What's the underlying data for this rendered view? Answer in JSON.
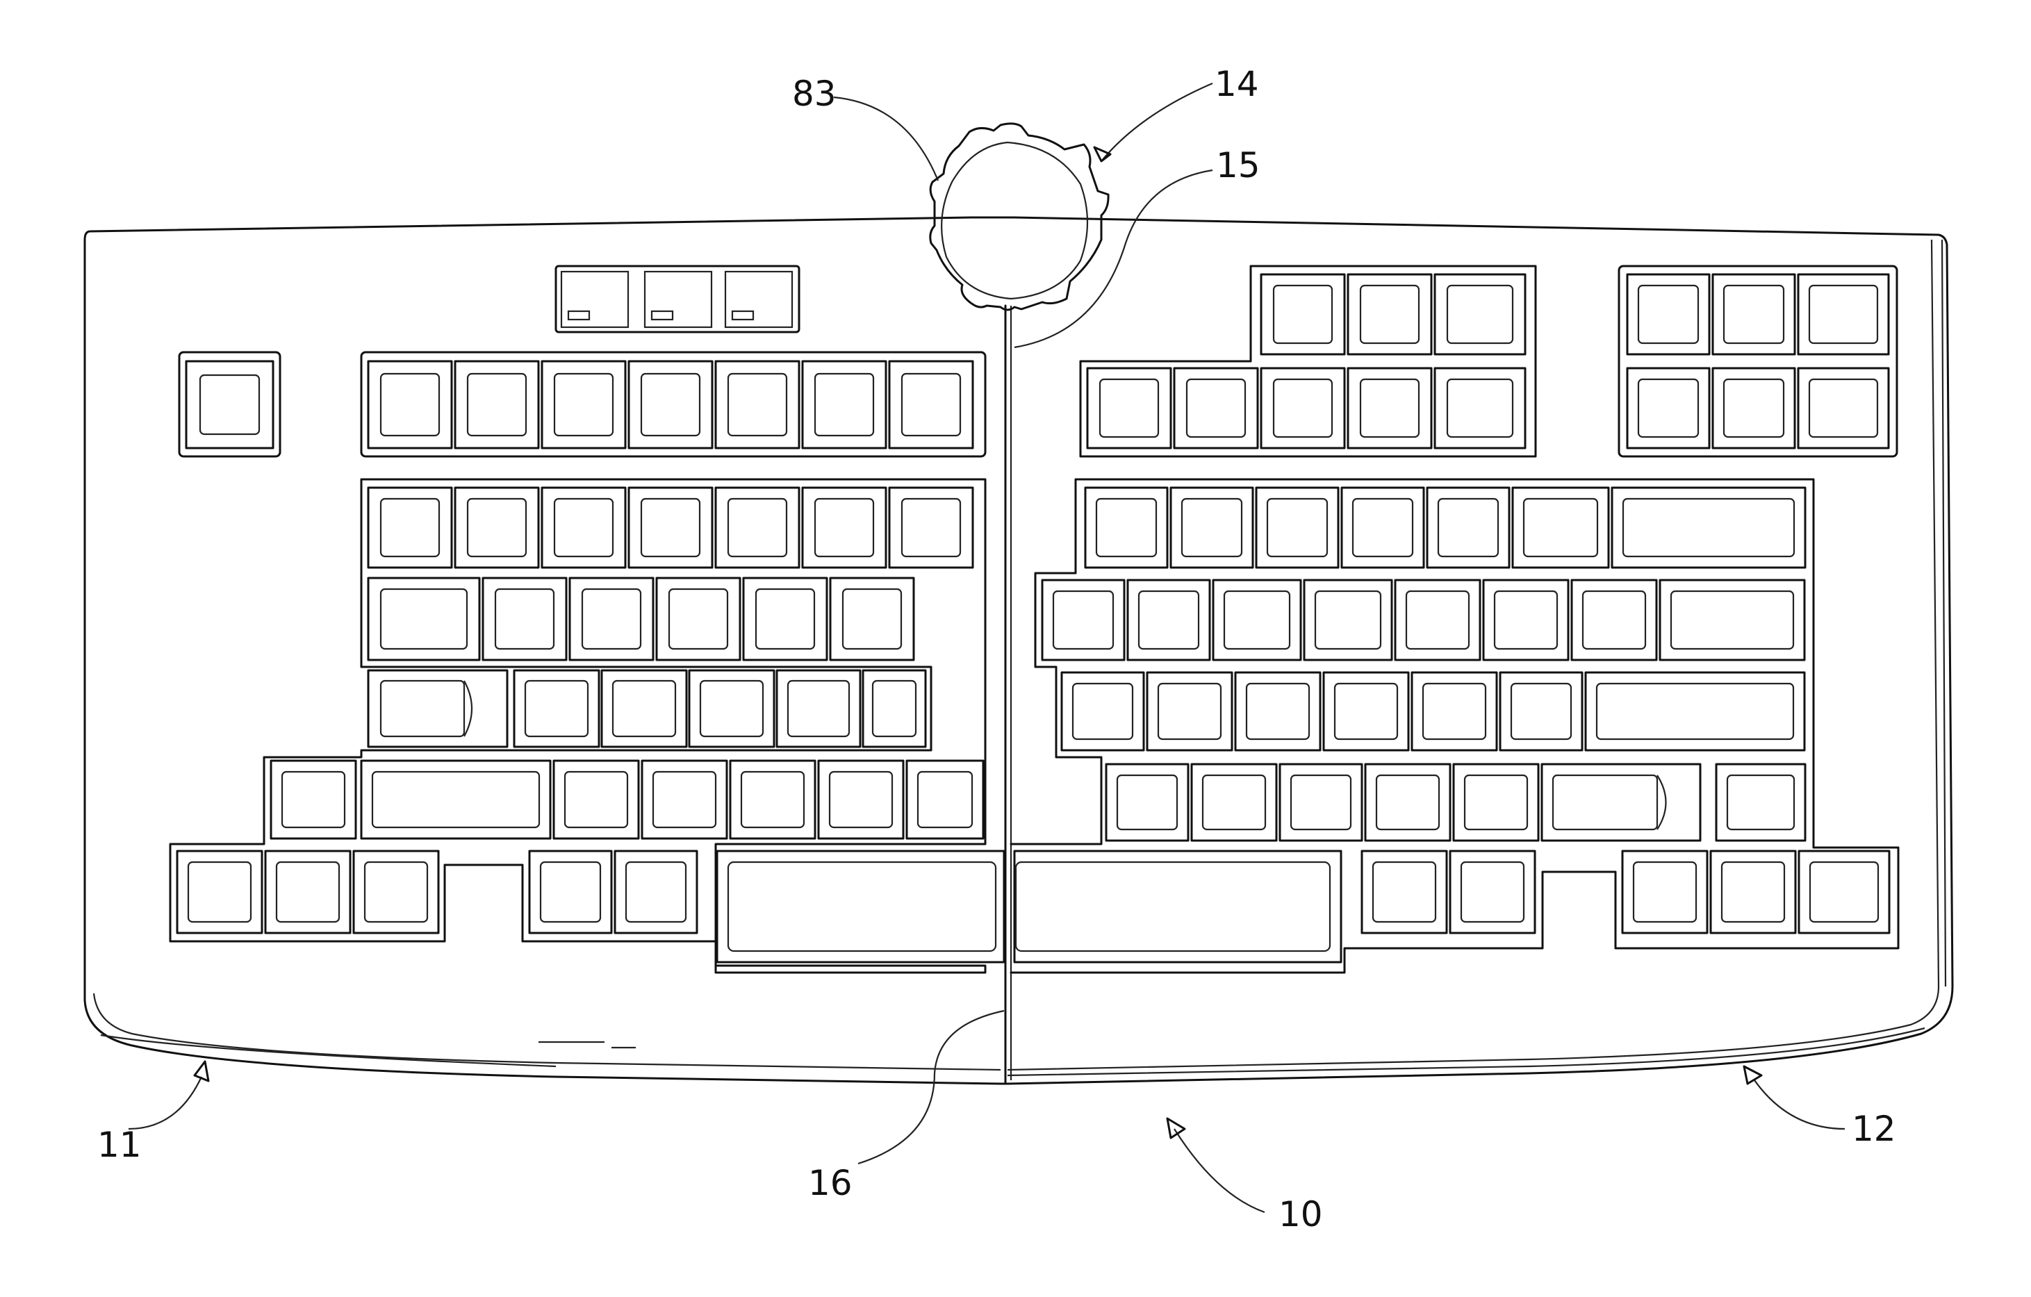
{
  "figure": {
    "labels": {
      "base": "10",
      "left_half": "11",
      "right_half": "12",
      "knob": "14",
      "hinge_top": "15",
      "hinge_bottom": "16",
      "knob_ring": "83"
    }
  },
  "colors": {
    "ink": "#111111",
    "paper": "#ffffff"
  }
}
